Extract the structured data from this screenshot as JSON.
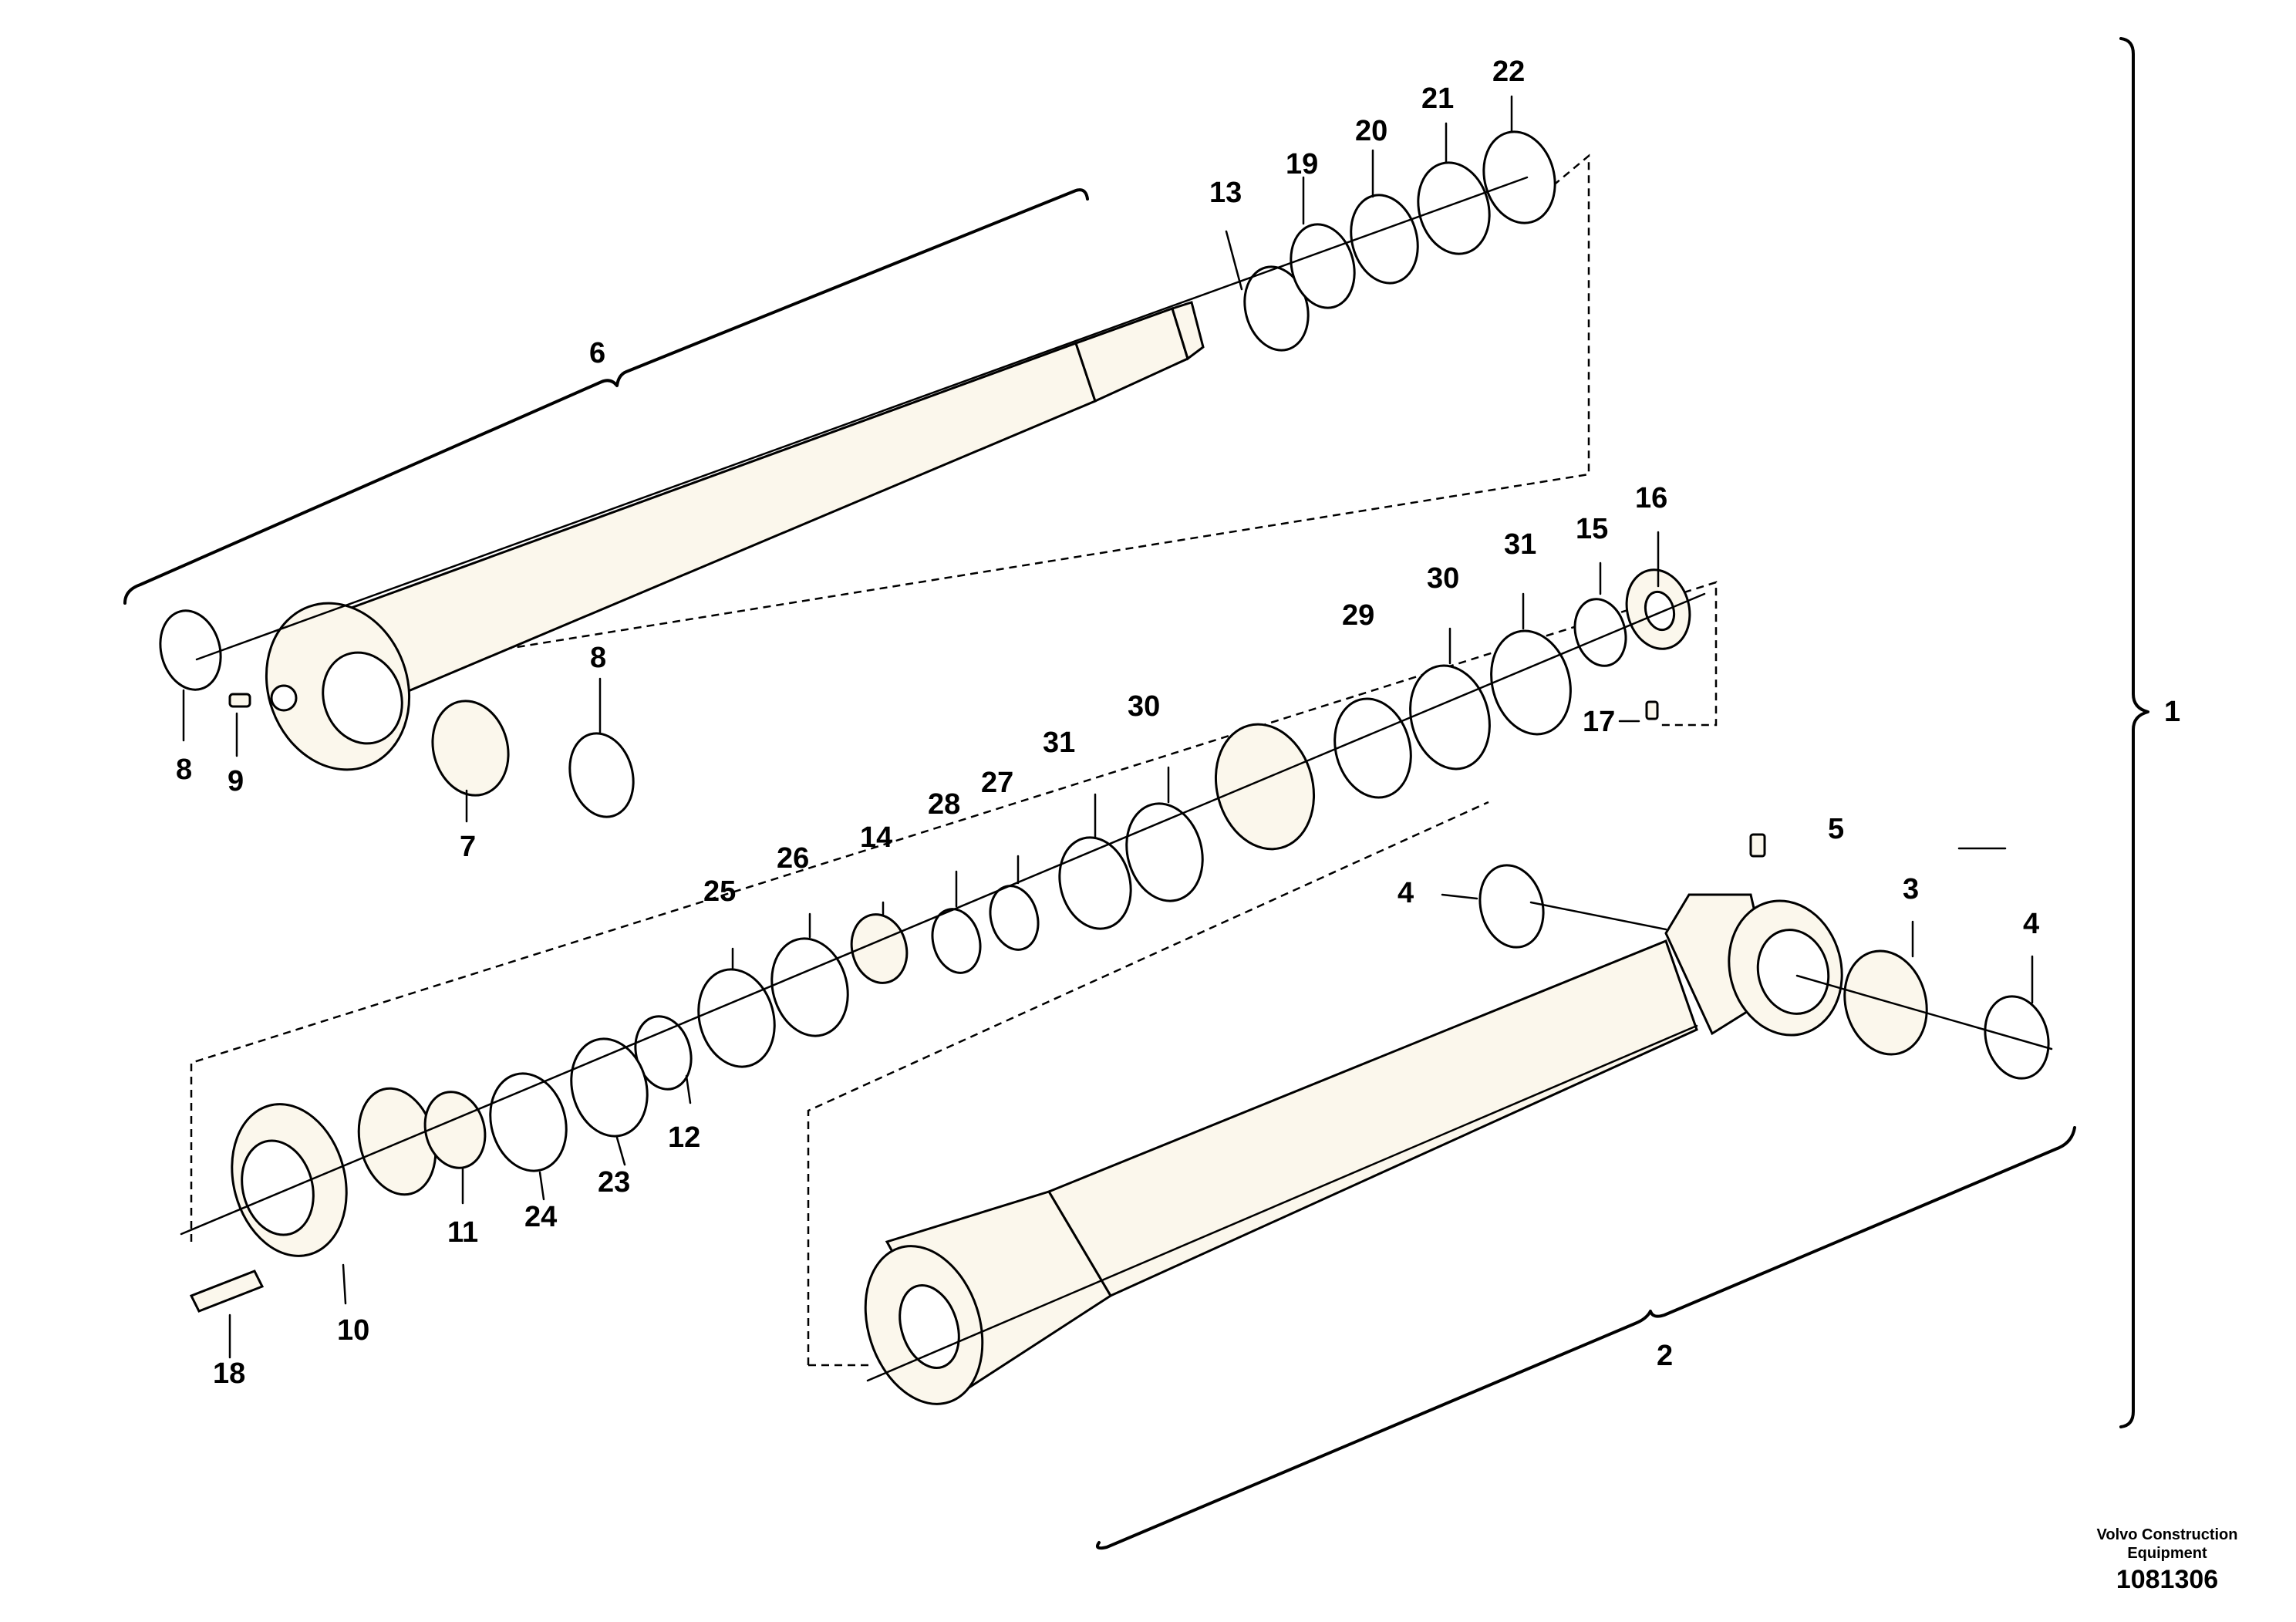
{
  "callouts": [
    "1",
    "2",
    "3",
    "4",
    "4",
    "5",
    "6",
    "7",
    "8",
    "8",
    "9",
    "10",
    "11",
    "12",
    "13",
    "14",
    "15",
    "16",
    "17",
    "18",
    "19",
    "20",
    "21",
    "22",
    "23",
    "24",
    "25",
    "26",
    "27",
    "28",
    "29",
    "30",
    "30",
    "31",
    "31"
  ],
  "footer": {
    "brand_line1": "Volvo Construction",
    "brand_line2": "Equipment",
    "drawing_number": "1081306"
  }
}
